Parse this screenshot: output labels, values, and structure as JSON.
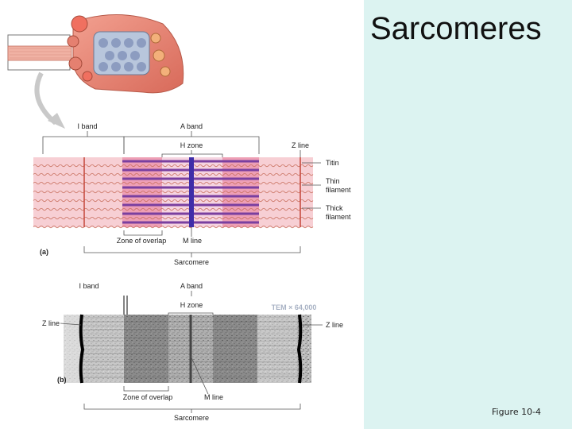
{
  "title": "Sarcomeres",
  "caption": "Figure 10-4",
  "colors": {
    "panel": "#dcf3f1",
    "muscle": "#e88575",
    "thin": "#f3b7aa",
    "thick": "#7a3fa0",
    "mline": "#3f2da8"
  },
  "diagram_a": {
    "panel_label": "(a)",
    "i_band": "I band",
    "a_band": "A band",
    "h_zone": "H zone",
    "z_line": "Z line",
    "titin": "Titin",
    "thin_filament": "Thin filament",
    "thick_filament": "Thick filament",
    "zone_of_overlap": "Zone of overlap",
    "m_line": "M line",
    "sarcomere": "Sarcomere"
  },
  "diagram_b": {
    "panel_label": "(b)",
    "i_band": "I band",
    "a_band": "A band",
    "h_zone": "H zone",
    "tem": "TEM × 64,000",
    "z_line_left": "Z line",
    "z_line_right": "Z line",
    "zone_of_overlap": "Zone of overlap",
    "m_line": "M line",
    "sarcomere": "Sarcomere"
  }
}
